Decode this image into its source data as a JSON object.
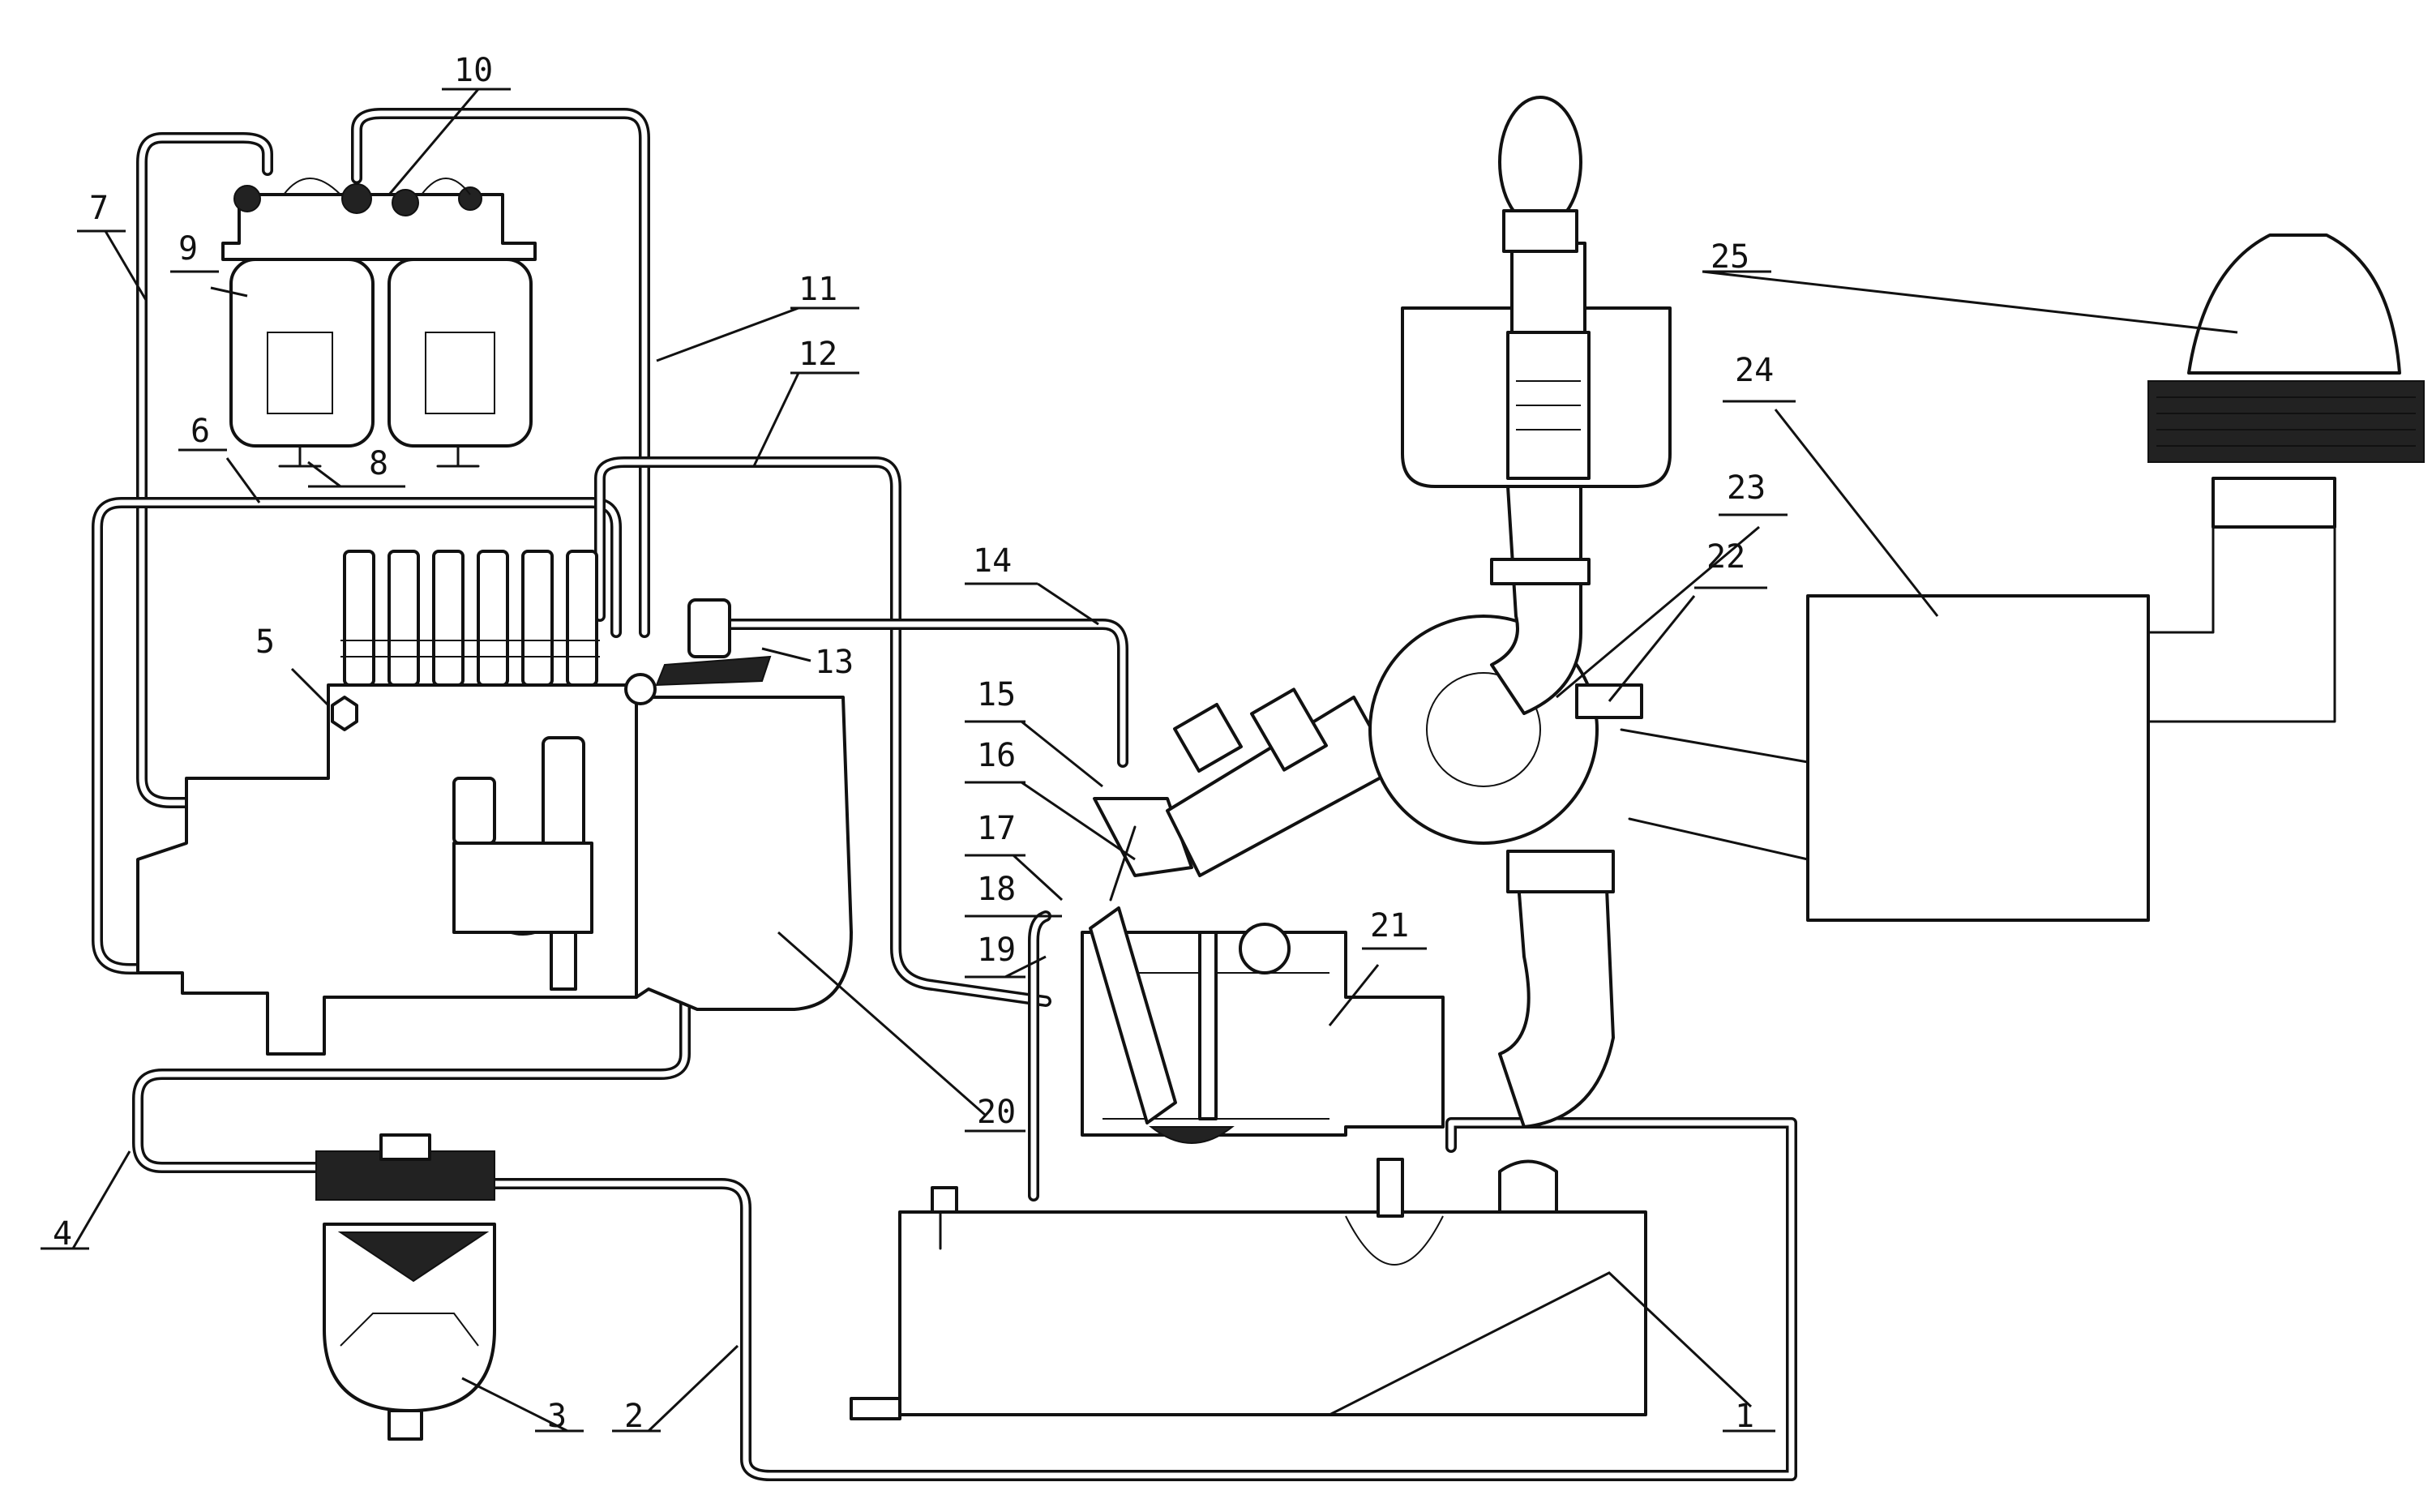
{
  "callouts": [
    {
      "id": "1",
      "label": "1"
    },
    {
      "id": "2",
      "label": "2"
    },
    {
      "id": "3",
      "label": "3"
    },
    {
      "id": "4",
      "label": "4"
    },
    {
      "id": "5",
      "label": "5"
    },
    {
      "id": "6",
      "label": "6"
    },
    {
      "id": "7",
      "label": "7"
    },
    {
      "id": "8",
      "label": "8"
    },
    {
      "id": "9",
      "label": "9"
    },
    {
      "id": "10",
      "label": "10"
    },
    {
      "id": "11",
      "label": "11"
    },
    {
      "id": "12",
      "label": "12"
    },
    {
      "id": "13",
      "label": "13"
    },
    {
      "id": "14",
      "label": "14"
    },
    {
      "id": "15",
      "label": "15"
    },
    {
      "id": "16",
      "label": "16"
    },
    {
      "id": "17",
      "label": "17"
    },
    {
      "id": "18",
      "label": "18"
    },
    {
      "id": "19",
      "label": "19"
    },
    {
      "id": "20",
      "label": "20"
    },
    {
      "id": "21",
      "label": "21"
    },
    {
      "id": "22",
      "label": "22"
    },
    {
      "id": "23",
      "label": "23"
    },
    {
      "id": "24",
      "label": "24"
    },
    {
      "id": "25",
      "label": "25"
    }
  ],
  "colors": {
    "ink": "#111111",
    "background": "#ffffff"
  }
}
